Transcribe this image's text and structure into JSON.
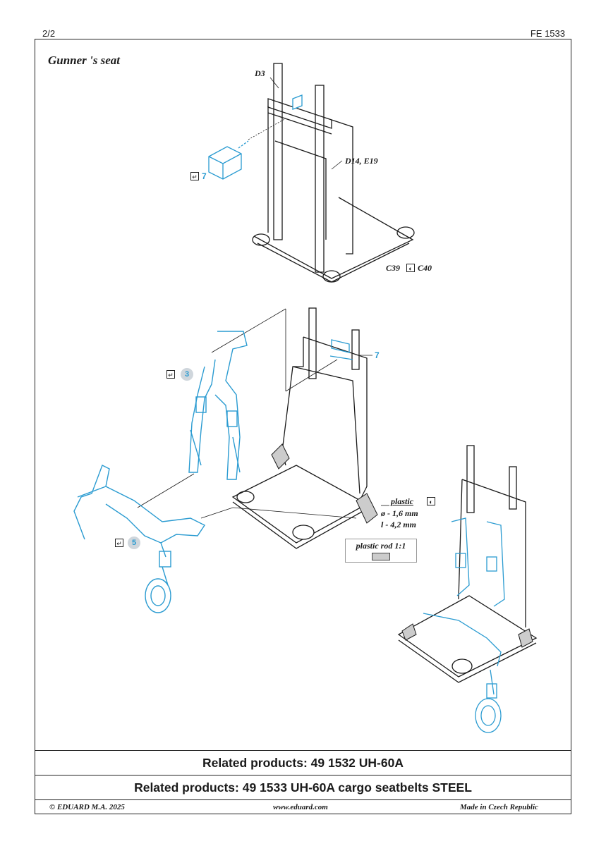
{
  "header": {
    "page": "2/2",
    "code": "FE 1533"
  },
  "title": "Gunner 's seat",
  "diagram": {
    "label_d3": "D3",
    "label_d14_e19": "D14, E19",
    "label_c39": "C39",
    "label_c40": "C40",
    "part_7_top": "7",
    "part_7_mid": "7",
    "part_3": "3",
    "part_5": "5",
    "plastic_label": "plastic",
    "diameter": "ø - 1,6 mm",
    "length": "l - 4,2 mm",
    "rod_label": "plastic rod 1:1",
    "colors": {
      "etch": "#2a9bd1",
      "line": "#1a1a1a",
      "plastic": "#cccccc"
    }
  },
  "related": [
    "Related products: 49 1532 UH-60A",
    "Related products: 49 1533 UH-60A cargo seatbelts STEEL"
  ],
  "footer": {
    "copyright": "© EDUARD  M.A. 2025",
    "website": "www.eduard.com",
    "made_in": "Made in Czech Republic"
  }
}
